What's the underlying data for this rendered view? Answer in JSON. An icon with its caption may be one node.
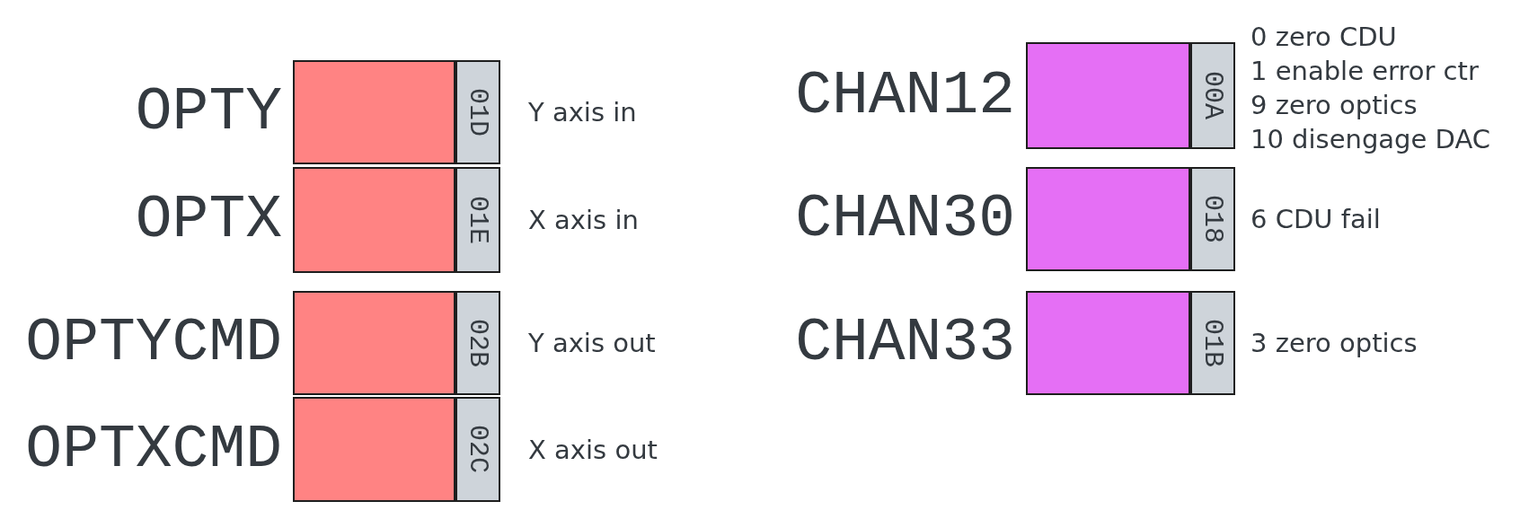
{
  "diagram": {
    "nodes": [
      {
        "text": [
          "OPTY"
        ]
      },
      {
        "text": [
          "01D"
        ],
        "beside": [
          "Y axis in"
        ]
      },
      {
        "text": [
          "OPTX"
        ]
      },
      {
        "text": [
          "01E"
        ],
        "beside": [
          "X axis in"
        ]
      },
      {
        "text": [
          "OPTYCMD"
        ]
      },
      {
        "text": [
          "02B"
        ],
        "beside": [
          "Y axis out"
        ]
      },
      {
        "text": [
          "OPTXCMD"
        ]
      },
      {
        "text": [
          "02C"
        ],
        "beside": [
          "X axis out"
        ]
      },
      {
        "text": [
          "CHAN12"
        ]
      },
      {
        "text": [
          "00A"
        ],
        "beside": [
          "0 zero CDU",
          "1 enable error ctr",
          "9 zero optics",
          "10 disengage DAC"
        ]
      },
      {
        "text": [
          "CHAN30"
        ]
      },
      {
        "text": [
          "018"
        ],
        "beside": [
          "6 CDU fail"
        ]
      },
      {
        "text": [
          "CHAN33"
        ]
      },
      {
        "text": [
          "01B"
        ],
        "beside": [
          "3 zero optics"
        ]
      }
    ]
  }
}
